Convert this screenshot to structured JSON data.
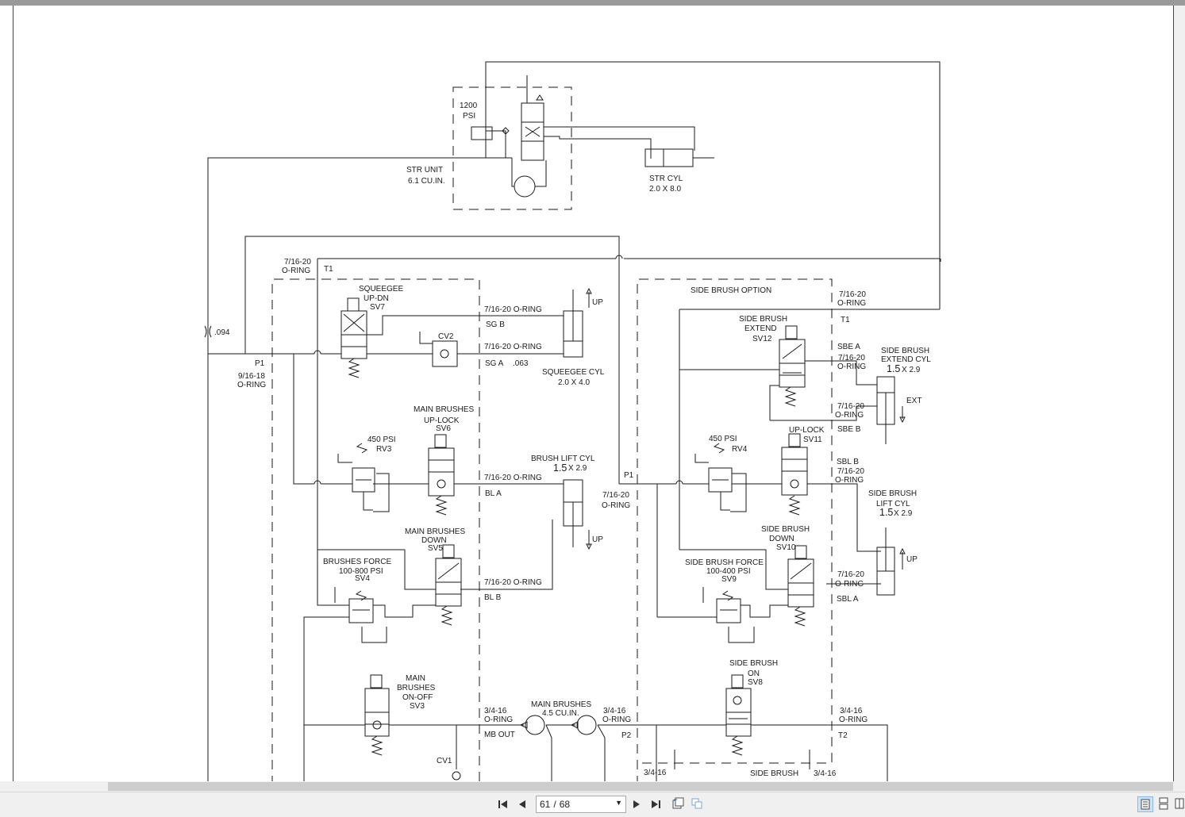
{
  "toolbar": {
    "page_current": "61",
    "page_separator": "/",
    "page_total": "68"
  },
  "icons": {
    "first": "skip-first-icon",
    "prev": "prev-page-icon",
    "next": "next-page-icon",
    "last": "skip-last-icon",
    "fit": "fit-page-icon",
    "dual": "dual-page-icon",
    "single_view": "single-page-view-icon",
    "continuous_view": "continuous-view-icon",
    "facing_view": "facing-view-icon"
  },
  "colors": {
    "line": "#1a1a1a",
    "toolbar_bg": "#f0f0f0",
    "active_view": "#cfe3f7"
  },
  "labels": {
    "psi_1200": "1200",
    "psi_unit": "PSI",
    "str_unit": "STR UNIT",
    "str_unit_cap": "6.1 CU.IN.",
    "str_cyl": "STR CYL",
    "str_cyl_size": "2.0 X 8.0",
    "port_71620_a": "7/16-20",
    "oring_a": "O-RING",
    "t1_left": "T1",
    "restrictor": ".094",
    "p1_left": "P1",
    "port_91618": "9/16-18",
    "oring_p1": "O-RING",
    "squeegee": "SQUEEGEE",
    "updn": "UP-DN",
    "sv7": "SV7",
    "cv2": "CV2",
    "sgb_port": "7/16-20 O-RING",
    "sg_b": "SG B",
    "sga_port": "7/16-20 O-RING",
    "sg_a": "SG A",
    "sg_a_orifice": ".063",
    "up_sq": "UP",
    "squeegee_cyl": "SQUEEGEE CYL",
    "squeegee_cyl_size": "2.0 X 4.0",
    "main_brushes_a": "MAIN BRUSHES",
    "uplock": "UP-LOCK",
    "sv6": "SV6",
    "psi_450_a": "450 PSI",
    "rv3": "RV3",
    "brush_lift_cyl": "BRUSH  LIFT CYL",
    "brush_lift_size_a": "1.5",
    "brush_lift_size_b": "X 2.9",
    "bla_port": "7/16-20 O-RING",
    "bl_a": "BL A",
    "up_bl": "UP",
    "p1_mid": "P1",
    "port_mid": "7/16-20",
    "oring_mid": "O-RING",
    "main_brushes_down": "MAIN BRUSHES",
    "down": "DOWN",
    "sv5": "SV5",
    "brushes_force": "BRUSHES FORCE",
    "brushes_force_range": "100-800 PSI",
    "sv4": "SV4",
    "blb_port": "7/16-20 O-RING",
    "bl_b": "BL B",
    "main_onoff_a": "MAIN",
    "main_onoff_b": "BRUSHES",
    "main_onoff_c": "ON-OFF",
    "sv3": "SV3",
    "port_3416_a": "3/4-16",
    "oring_3416_a": "O-RING",
    "mb_out": "MB OUT",
    "main_brushes_motor": "MAIN BRUSHES",
    "motor_cap": "4.5 CU.IN.",
    "port_3416_b": "3/4-16",
    "oring_3416_b": "O-RING",
    "p2": "P2",
    "cv1": "CV1",
    "port_3416_c": "3/4-16",
    "side_brush_option": "SIDE BRUSH OPTION",
    "port_r1": "7/16-20",
    "oring_r1": "O-RING",
    "t1_right": "T1",
    "side_brush_ext_a": "SIDE BRUSH",
    "side_brush_ext_b": "EXTEND",
    "sv12": "SV12",
    "sbe_a": "SBE A",
    "port_sbea": "7/16-20",
    "oring_sbea": "O-RING",
    "sb_extend_cyl_a": "SIDE BRUSH",
    "sb_extend_cyl_b": "EXTEND CYL",
    "sb_extend_size_a": "1.5",
    "sb_extend_size_b": "X 2.9",
    "ext": "EXT",
    "port_sbeb": "7/16-20",
    "oring_sbeb": "O-RING",
    "sbe_b": "SBE B",
    "psi_450_b": "450 PSI",
    "rv4": "RV4",
    "uplock_r": "UP-LOCK",
    "sv11": "SV11",
    "sbl_b": "SBL B",
    "port_sblb": "7/16-20",
    "oring_sblb": "O-RING",
    "sb_lift_a": "SIDE BRUSH",
    "sb_lift_b": "LIFT CYL",
    "sb_lift_size_a": "1.5",
    "sb_lift_size_b": "X 2.9",
    "sb_down_a": "SIDE BRUSH",
    "sb_down_b": "DOWN",
    "sv10": "SV10",
    "up_sbl": "UP",
    "sb_force": "SIDE BRUSH FORCE",
    "sb_force_range": "100-400 PSI",
    "sv9": "SV9",
    "port_sbla": "7/16-20",
    "oring_sbla": "O-RING",
    "sbl_a": "SBL A",
    "sb_on_a": "SIDE BRUSH",
    "sb_on_b": "ON",
    "sv8": "SV8",
    "port_r3416": "3/4-16",
    "oring_r3416": "O-RING",
    "t2": "T2",
    "side_brush_bottom": "SIDE BRUSH",
    "port_3416_d": "3/4-16"
  }
}
